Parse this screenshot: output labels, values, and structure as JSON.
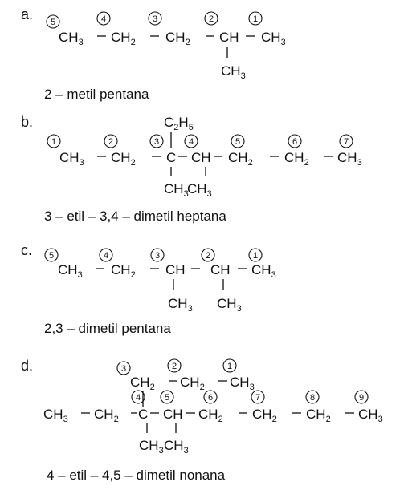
{
  "items": [
    {
      "label": "a.",
      "main_chain": [
        {
          "n": "5",
          "sym": "CH",
          "sub": "3"
        },
        {
          "n": "4",
          "sym": "CH",
          "sub": "2"
        },
        {
          "n": "3",
          "sym": "CH",
          "sub": "2"
        },
        {
          "n": "2",
          "sym": "CH",
          "sub": ""
        },
        {
          "n": "1",
          "sym": "CH",
          "sub": "3"
        }
      ],
      "branches": [
        {
          "at": 3,
          "dir": "down",
          "sym": "CH",
          "sub": "3"
        }
      ],
      "name": "2 – metil pentana"
    },
    {
      "label": "b.",
      "main_chain": [
        {
          "n": "1",
          "sym": "CH",
          "sub": "3"
        },
        {
          "n": "2",
          "sym": "CH",
          "sub": "2"
        },
        {
          "n": "3",
          "sym": "C",
          "sub": ""
        },
        {
          "n": "4",
          "sym": "CH",
          "sub": ""
        },
        {
          "n": "5",
          "sym": "CH",
          "sub": "2"
        },
        {
          "n": "6",
          "sym": "CH",
          "sub": "2"
        },
        {
          "n": "7",
          "sym": "CH",
          "sub": "3"
        }
      ],
      "top_branch": {
        "at": 2,
        "text": "C",
        "sub_a": "2",
        "text_b": "H",
        "sub_b": "5"
      },
      "branches": [
        {
          "at": 2,
          "dir": "down",
          "sym": "CH",
          "sub": "3"
        },
        {
          "at": 3,
          "dir": "down",
          "sym": "CH",
          "sub": "3"
        }
      ],
      "name": "3 – etil – 3,4 – dimetil heptana"
    },
    {
      "label": "c.",
      "main_chain": [
        {
          "n": "5",
          "sym": "CH",
          "sub": "3"
        },
        {
          "n": "4",
          "sym": "CH",
          "sub": "2"
        },
        {
          "n": "3",
          "sym": "CH",
          "sub": ""
        },
        {
          "n": "2",
          "sym": "CH",
          "sub": ""
        },
        {
          "n": "1",
          "sym": "CH",
          "sub": "3"
        }
      ],
      "branches": [
        {
          "at": 2,
          "dir": "down",
          "sym": "CH",
          "sub": "3"
        },
        {
          "at": 3,
          "dir": "down",
          "sym": "CH",
          "sub": "3"
        }
      ],
      "name": "2,3 – dimetil pentana"
    },
    {
      "label": "d.",
      "top_chain": [
        {
          "n": "3",
          "sym": "CH",
          "sub": "2"
        },
        {
          "n": "2",
          "sym": "CH",
          "sub": "2"
        },
        {
          "n": "1",
          "sym": "CH",
          "sub": "3"
        }
      ],
      "main_chain": [
        {
          "n": "",
          "sym": "CH",
          "sub": "3"
        },
        {
          "n": "",
          "sym": "CH",
          "sub": "2"
        },
        {
          "n": "4",
          "sym": "C",
          "sub": ""
        },
        {
          "n": "5",
          "sym": "CH",
          "sub": ""
        },
        {
          "n": "6",
          "sym": "CH",
          "sub": "2"
        },
        {
          "n": "7",
          "sym": "CH",
          "sub": "2"
        },
        {
          "n": "8",
          "sym": "CH",
          "sub": "2"
        },
        {
          "n": "9",
          "sym": "CH",
          "sub": "3"
        }
      ],
      "branches": [
        {
          "at": 2,
          "dir": "down",
          "sym": "CH",
          "sub": "3"
        },
        {
          "at": 3,
          "dir": "down",
          "sym": "CH",
          "sub": "3"
        }
      ],
      "name": "4 – etil – 4,5 – dimetil nonana"
    }
  ]
}
